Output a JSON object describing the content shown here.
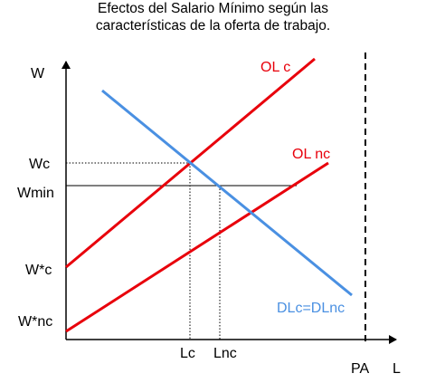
{
  "title_line1": "Efectos del Salario Mínimo según las",
  "title_line2": "características de la oferta de trabajo.",
  "axes": {
    "y_label": "W",
    "x_label_pa": "PA",
    "x_label_l": "L"
  },
  "levels": {
    "wc": "Wc",
    "wmin": "Wmin",
    "w_star_c": "W*c",
    "w_star_nc": "W*nc"
  },
  "quantities": {
    "lc": "Lc",
    "lnc": "Lnc"
  },
  "curves": {
    "ol_c": "OL c",
    "ol_nc": "OL nc",
    "demand": "DLc=DLnc"
  },
  "colors": {
    "supply": "#e8000b",
    "demand": "#4a90e2",
    "axis": "#000000"
  }
}
